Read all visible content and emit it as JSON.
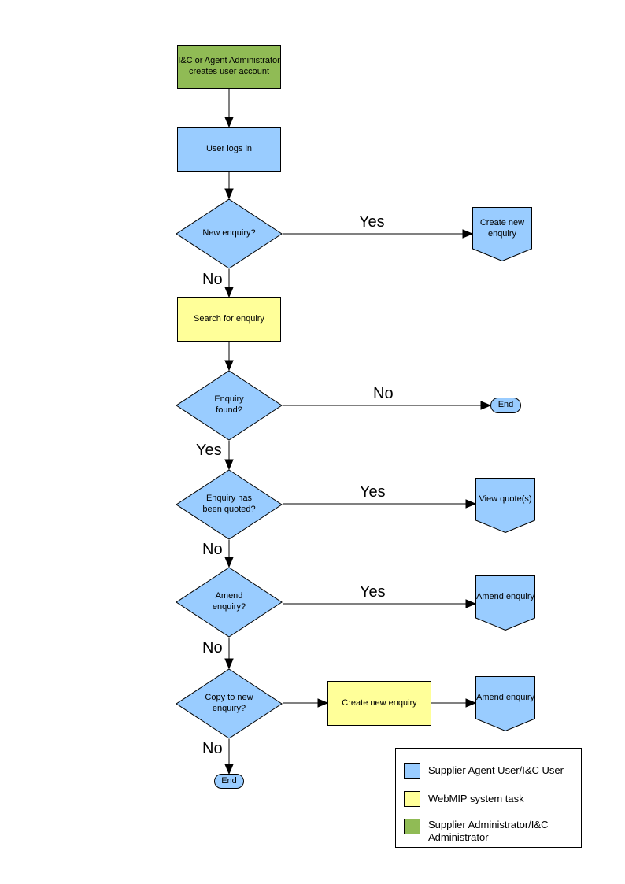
{
  "colors": {
    "user_task": "#99CCFF",
    "system_task": "#FFFF99",
    "admin_task": "#90BB55",
    "outline": "#000000",
    "background": "#FFFFFF"
  },
  "nodes": {
    "admin_create_account": "I&C or Agent Administrator creates user account",
    "user_logs_in": "User logs in",
    "new_enquiry_q": "New enquiry?",
    "create_new_enquiry_out": "Create new enquiry",
    "search_for_enquiry": "Search for enquiry",
    "enquiry_found_q": "Enquiry found?",
    "end_top": "End",
    "enquiry_quoted_q": "Enquiry has been quoted?",
    "view_quotes_out": "View quote(s)",
    "amend_enquiry_q": "Amend enquiry?",
    "amend_enquiry_out1": "Amend enquiry",
    "copy_to_new_q": "Copy to new enquiry?",
    "create_new_enquiry_task": "Create new enquiry",
    "amend_enquiry_out2": "Amend enquiry",
    "end_bottom": "End"
  },
  "edge_labels": {
    "new_enquiry_yes": "Yes",
    "new_enquiry_no": "No",
    "enquiry_found_no": "No",
    "enquiry_found_yes": "Yes",
    "quoted_yes": "Yes",
    "quoted_no": "No",
    "amend_yes": "Yes",
    "amend_no": "No",
    "copy_no": "No"
  },
  "legend": {
    "items": [
      {
        "label": "Supplier Agent User/I&C User",
        "color": "#99CCFF"
      },
      {
        "label": "WebMIP system task",
        "color": "#FFFF99"
      },
      {
        "label": "Supplier Administrator/I&C Administrator",
        "color": "#90BB55"
      }
    ]
  }
}
